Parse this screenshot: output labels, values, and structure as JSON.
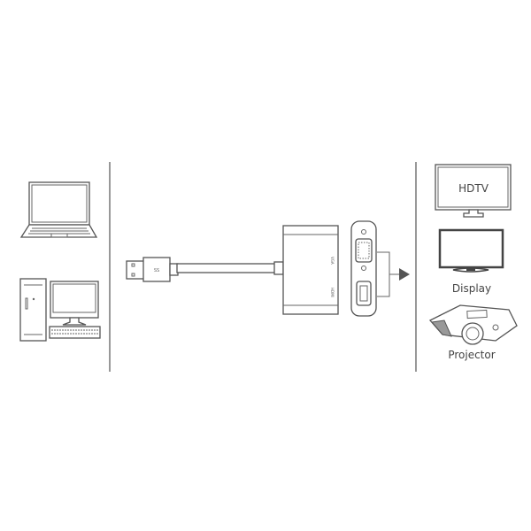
{
  "sources": [
    "laptop",
    "desktop-computer"
  ],
  "adapter": {
    "ports": {
      "vga": "VGA",
      "hdmi": "HDMI"
    },
    "usb_label": "SS"
  },
  "outputs": {
    "hdtv": "HDTV",
    "display": "Display",
    "projector": "Projector"
  },
  "colors": {
    "line": "#555555",
    "text": "#444444",
    "background": "#ffffff"
  }
}
